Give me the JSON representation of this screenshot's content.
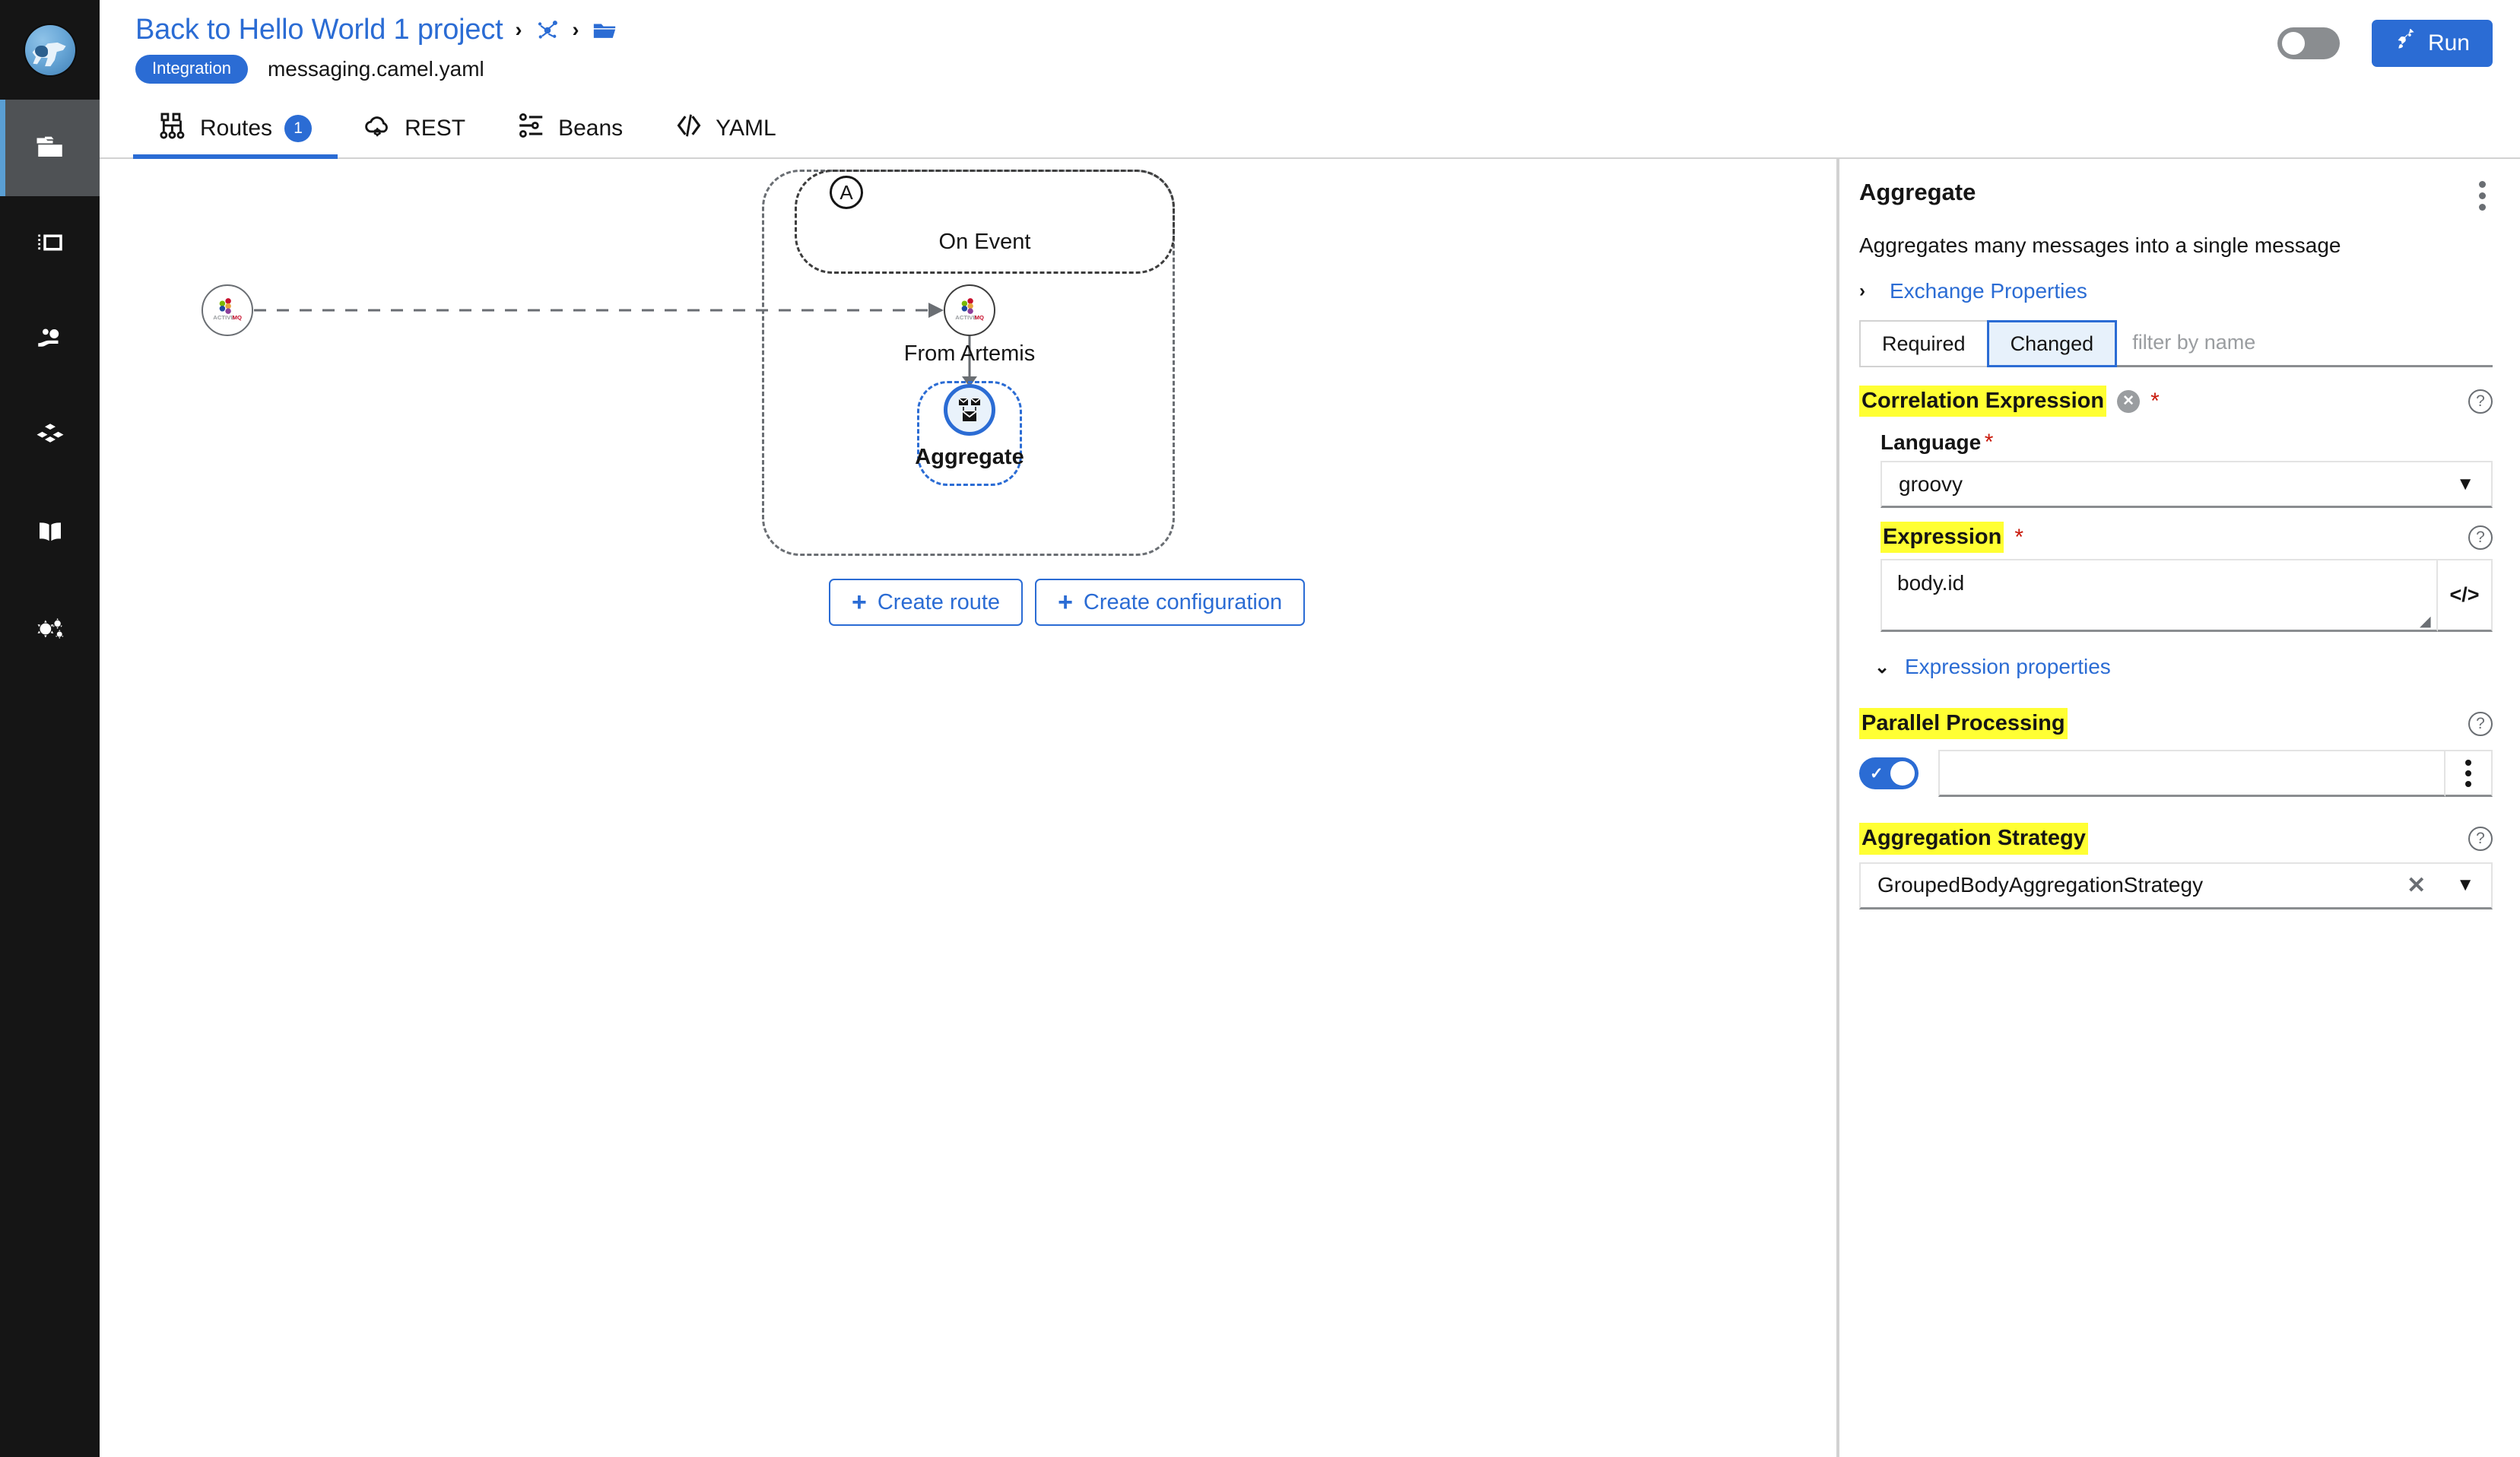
{
  "app": {
    "logo_icon": "camel-logo-icon"
  },
  "header": {
    "project_title": "Back to Hello World 1 project",
    "breadcrumb_sep": "›",
    "integration_badge": "Integration",
    "filename": "messaging.camel.yaml",
    "topology_icon": "topology-icon",
    "folder_icon": "folder-open-icon",
    "toggle_state": "off",
    "run_label": "Run",
    "run_icon": "rocket-icon"
  },
  "sidebar": {
    "items": [
      {
        "name": "projects",
        "icon": "stacked-files-icon",
        "active": true
      },
      {
        "name": "canvas",
        "icon": "dashed-rectangle-icon",
        "active": false
      },
      {
        "name": "integrations",
        "icon": "gears-hand-icon",
        "active": false
      },
      {
        "name": "components",
        "icon": "cubes-icon",
        "active": false
      },
      {
        "name": "knowledge",
        "icon": "book-open-icon",
        "active": false
      },
      {
        "name": "settings",
        "icon": "cogs-icon",
        "active": false
      }
    ]
  },
  "tabs": [
    {
      "label": "Routes",
      "icon": "routes-topology-icon",
      "badge": "1",
      "active": true
    },
    {
      "label": "REST",
      "icon": "cloud-gear-icon",
      "badge": null,
      "active": false
    },
    {
      "label": "Beans",
      "icon": "sliders-icon",
      "badge": null,
      "active": false
    },
    {
      "label": "YAML",
      "icon": "code-icon",
      "badge": null,
      "active": false
    }
  ],
  "canvas": {
    "route_marker": "A",
    "on_event_label": "On Event",
    "from_node_label": "From Artemis",
    "from_node_icon": "activemq-icon",
    "aggregate_node_label": "Aggregate",
    "aggregate_node_icon": "aggregate-envelopes-icon",
    "external_node_icon": "activemq-icon",
    "create_route_label": "Create route",
    "create_configuration_label": "Create configuration",
    "plus_glyph": "+"
  },
  "panel": {
    "title": "Aggregate",
    "kebab_icon": "kebab-menu-icon",
    "description": "Aggregates many messages into a single message",
    "exchange_properties_label": "Exchange Properties",
    "exchange_properties_chevron": "›",
    "filter": {
      "required_label": "Required",
      "changed_label": "Changed",
      "active_segment": "Changed",
      "placeholder": "filter by name",
      "value": ""
    },
    "fields": {
      "correlation_expression": {
        "label": "Correlation Expression",
        "required_star": "*",
        "clear_icon": "clear-circle-icon",
        "help_icon": "help-circle-icon",
        "language": {
          "label": "Language",
          "required_star": "*",
          "value": "groovy",
          "caret": "▼"
        },
        "expression": {
          "label": "Expression",
          "required_star": "*",
          "value": "body.id",
          "code_button_icon": "code-brackets-icon",
          "resize_grip_icon": "resize-grip-icon",
          "help_icon": "help-circle-icon"
        },
        "expression_properties_label": "Expression properties",
        "expression_properties_chevron": "⌄"
      },
      "parallel_processing": {
        "label": "Parallel Processing",
        "help_icon": "help-circle-icon",
        "toggle_state": "on",
        "toggle_check_glyph": "✓",
        "value": "",
        "kebab_icon": "kebab-menu-icon"
      },
      "aggregation_strategy": {
        "label": "Aggregation Strategy",
        "help_icon": "help-circle-icon",
        "value": "GroupedBodyAggregationStrategy",
        "clear_glyph": "✕",
        "caret": "▼"
      }
    }
  },
  "colors": {
    "accent_blue": "#2b6cd4",
    "highlight_yellow": "#ffff33",
    "required_red": "#c9190b",
    "rail_dark": "#151515"
  }
}
